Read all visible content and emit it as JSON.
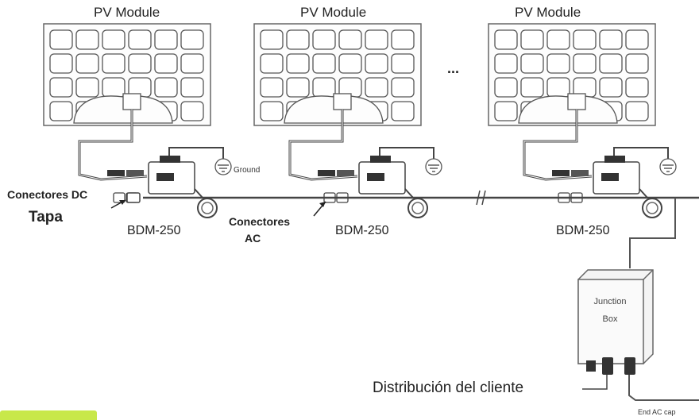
{
  "modules": [
    {
      "title": "PV Module",
      "device": "BDM-250"
    },
    {
      "title": "PV Module",
      "device": "BDM-250"
    },
    {
      "title": "PV Module",
      "device": "BDM-250"
    }
  ],
  "ellipsis": "...",
  "ground_label": "Ground",
  "dc_connectors_label": "Conectores DC",
  "cap_label": "Tapa",
  "ac_connectors_label_line1": "Conectores",
  "ac_connectors_label_line2": "AC",
  "junction_box": {
    "line1": "Junction",
    "line2": "Box"
  },
  "customer_distribution_label": "Distribución del cliente",
  "end_cap_label": "End AC cap",
  "colors": {
    "accent": "#c8e84a",
    "line": "#555555",
    "panel_border": "#666666"
  }
}
